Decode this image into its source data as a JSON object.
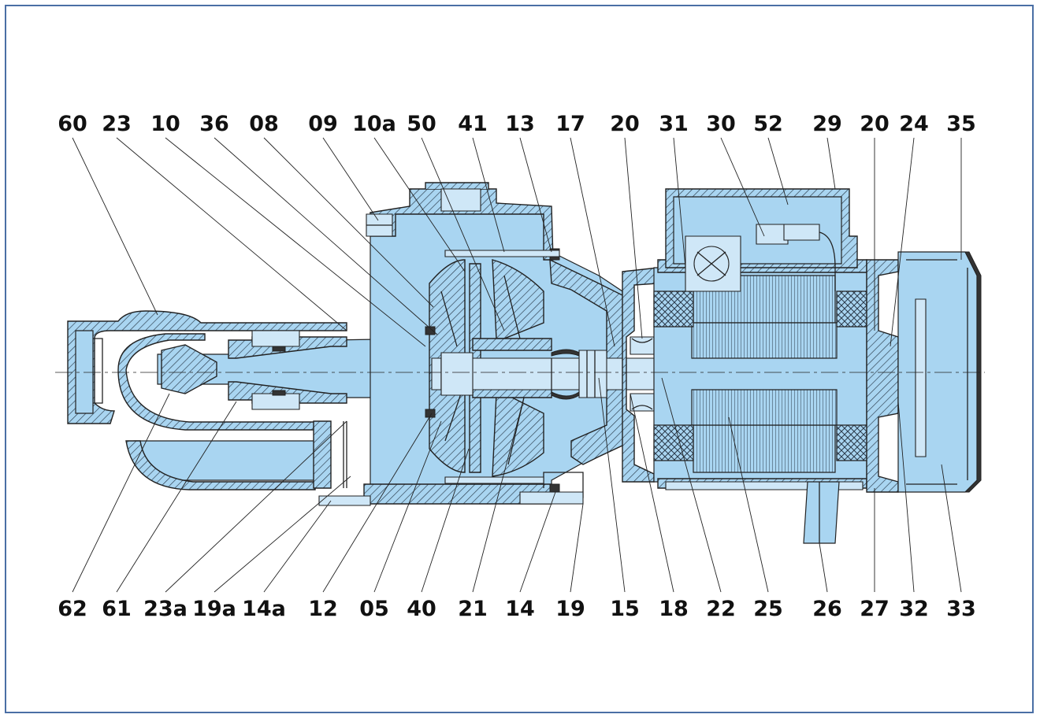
{
  "labels_top": [
    "60",
    "23",
    "10",
    "36",
    "08",
    "09",
    "10a",
    "50",
    "41",
    "13",
    "17",
    "20",
    "31",
    "30",
    "52",
    "29",
    "20",
    "24",
    "35"
  ],
  "labels_bottom": [
    "62",
    "61",
    "23a",
    "19a",
    "14a",
    "12",
    "05",
    "40",
    "21",
    "14",
    "19",
    "15",
    "18",
    "22",
    "25",
    "26",
    "27",
    "32",
    "33"
  ],
  "colors": {
    "body": "#a9d5f1",
    "ink": "#222222",
    "frame": "#4a6fa5",
    "text": "#111111"
  }
}
